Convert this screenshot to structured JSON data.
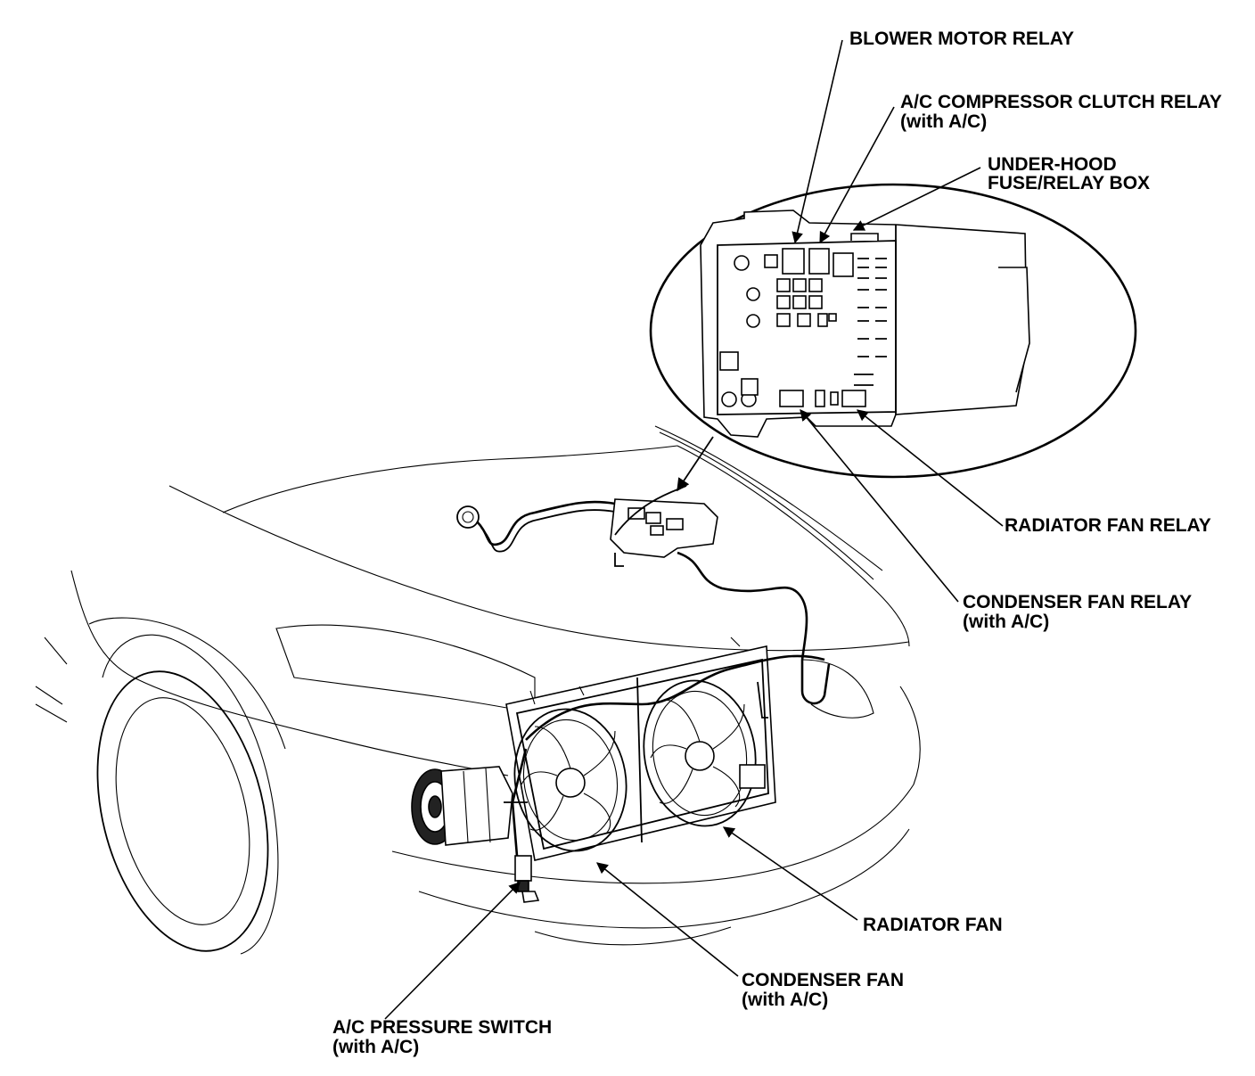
{
  "labels": {
    "blower_motor_relay": "BLOWER MOTOR RELAY",
    "ac_compressor_clutch_relay": "A/C COMPRESSOR CLUTCH RELAY",
    "ac_compressor_clutch_relay_note": "(with A/C)",
    "under_hood_box_line1": "UNDER-HOOD",
    "under_hood_box_line2": "FUSE/RELAY BOX",
    "radiator_fan_relay": "RADIATOR FAN RELAY",
    "condenser_fan_relay": "CONDENSER FAN RELAY",
    "condenser_fan_relay_note": "(with A/C)",
    "radiator_fan": "RADIATOR FAN",
    "condenser_fan": "CONDENSER FAN",
    "condenser_fan_note": "(with A/C)",
    "ac_pressure_switch": "A/C PRESSURE SWITCH",
    "ac_pressure_switch_note": "(with A/C)"
  }
}
